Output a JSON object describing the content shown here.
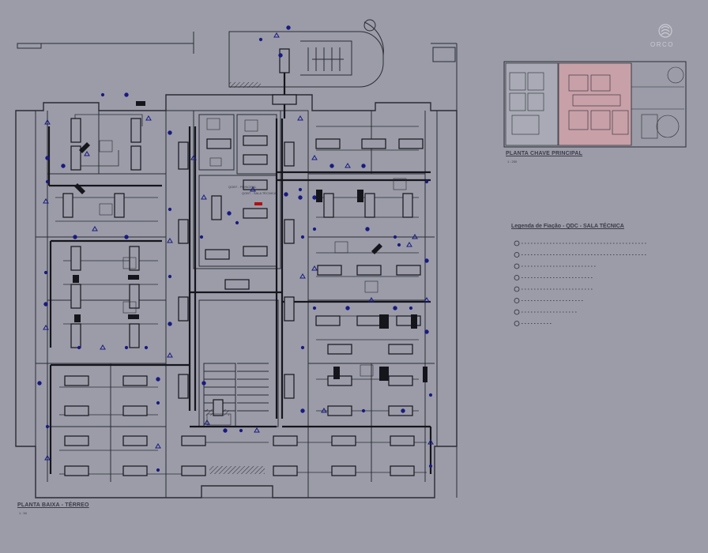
{
  "brand": {
    "name": "ORCO"
  },
  "main_plan": {
    "title": "PLANTA BAIXA - TÉRREO",
    "scale": "1 : 50"
  },
  "key_plan": {
    "title": "PLANTA CHAVE PRINCIPAL",
    "scale": "1 : 250"
  },
  "legend": {
    "title": "Legenda de Fiação - QDC - SALA TÉCNICA",
    "row_count": 8
  },
  "rooms": {
    "pub_a": "QGBT - PRINCIPAL",
    "pub_b": "QGBT - SALA TÉCNICA"
  },
  "colors": {
    "background": "#9b9ca8",
    "linework": "#2a2b33",
    "wiring": "#1a1a80",
    "highlight": "#c8a0a8",
    "accent": "#b01010"
  }
}
